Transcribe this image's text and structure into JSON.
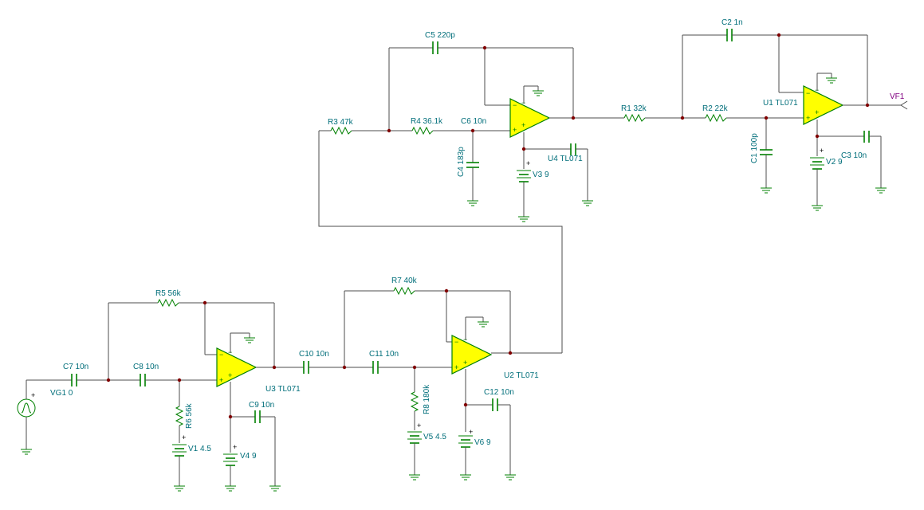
{
  "schematic": {
    "labels": {
      "r3": "R3 47k",
      "r4": "R4 36.1k",
      "c6": "C6 10n",
      "c5": "C5 220p",
      "c4": "C4 183p",
      "u4": "U4 TL071",
      "v3": "V3 9",
      "r1": "R1 32k",
      "r2": "R2 22k",
      "c2": "C2 1n",
      "c1": "C1 100p",
      "u1": "U1 TL071",
      "v2": "V2 9",
      "c3": "C3 10n",
      "vf1": "VF1",
      "r5": "R5 56k",
      "c7": "C7 10n",
      "vg1": "VG1 0",
      "c8": "C8 10n",
      "r6": "R6 56k",
      "v1": "V1 4.5",
      "u3": "U3 TL071",
      "c9": "C9 10n",
      "v4": "V4 9",
      "c10": "C10 10n",
      "c11": "C11 10n",
      "r7": "R7 40k",
      "r8": "R8 180k",
      "v5": "V5 4.5",
      "u2": "U2 TL071",
      "c12": "C12 10n",
      "v6": "V6 9"
    },
    "pins": {
      "plus": "+",
      "minus": "−"
    }
  }
}
